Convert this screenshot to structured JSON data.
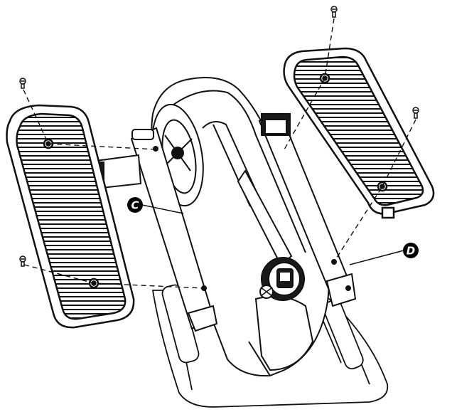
{
  "diagram": {
    "parts": [
      {
        "id": "left-pedal",
        "icon": "pedal"
      },
      {
        "id": "right-pedal",
        "icon": "pedal"
      },
      {
        "id": "flywheel",
        "icon": "wheel"
      },
      {
        "id": "display-console",
        "icon": "display"
      },
      {
        "id": "base-plate",
        "icon": "base"
      },
      {
        "id": "left-arm",
        "icon": "arm"
      },
      {
        "id": "right-arm",
        "icon": "arm"
      },
      {
        "id": "screws",
        "icon": "screw",
        "count": 4
      }
    ],
    "callouts": [
      {
        "id": "C",
        "label": "C"
      },
      {
        "id": "D",
        "label": "D"
      }
    ],
    "colors": {
      "line": "#111111",
      "fill": "#ffffff",
      "callout": "#000000"
    }
  }
}
